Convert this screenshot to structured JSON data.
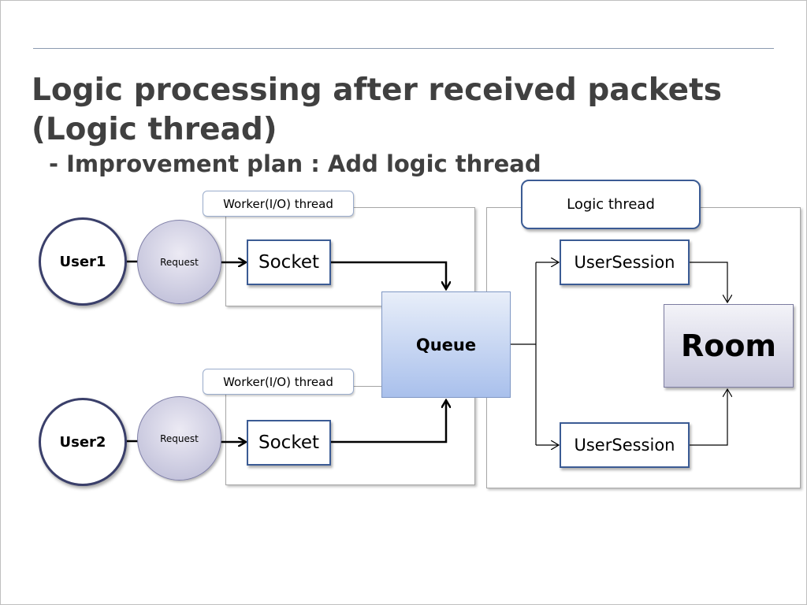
{
  "slide": {
    "title_line1": "Logic processing after received packets",
    "title_line2": "(Logic thread)",
    "subtitle": "- Improvement plan : Add logic thread"
  },
  "diagram": {
    "worker_label_1": "Worker(I/O) thread",
    "worker_label_2": "Worker(I/O) thread",
    "logic_label": "Logic thread",
    "user1": "User1",
    "user2": "User2",
    "request1": "Request",
    "request2": "Request",
    "socket1": "Socket",
    "socket2": "Socket",
    "queue": "Queue",
    "session1": "UserSession",
    "session2": "UserSession",
    "room": "Room"
  }
}
